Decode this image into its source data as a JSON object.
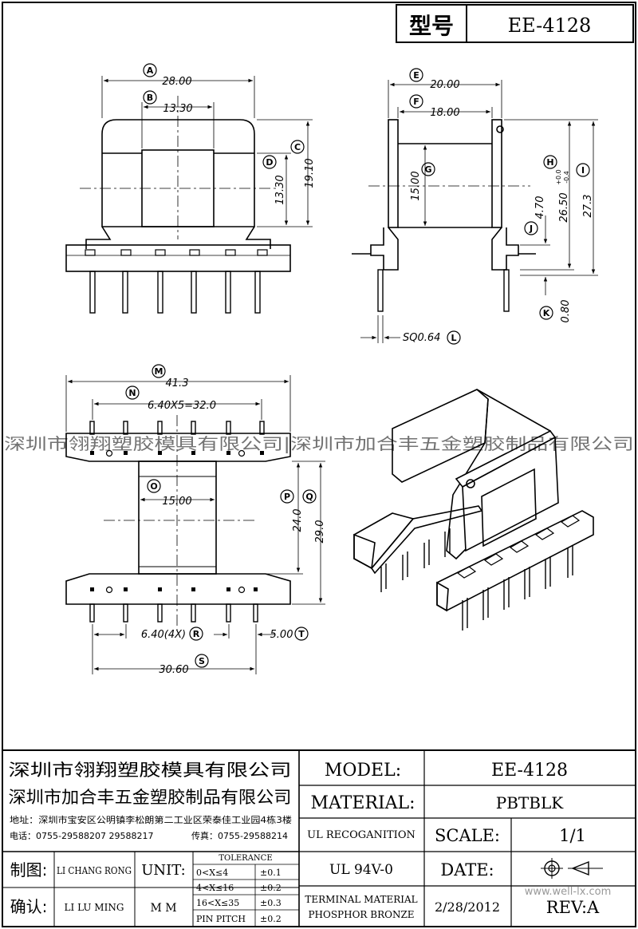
{
  "header": {
    "type_label": "型号",
    "model": "EE-4128"
  },
  "watermark": "深圳市翎翔塑胶模具有限公司|深圳市加合丰五金塑胶制品有限公司",
  "dimensions": {
    "A": {
      "letter": "A",
      "value": "28.00"
    },
    "B": {
      "letter": "B",
      "value": "13.30"
    },
    "C": {
      "letter": "C",
      "value": "19.10"
    },
    "D": {
      "letter": "D",
      "value": "13.30"
    },
    "E": {
      "letter": "E",
      "value": "20.00"
    },
    "F": {
      "letter": "F",
      "value": "18.00"
    },
    "G": {
      "letter": "G",
      "value": "15.00"
    },
    "H": {
      "letter": "H",
      "value": "26.50",
      "tol": "+0.0",
      "tol2": "-0.4"
    },
    "I": {
      "letter": "I",
      "value": "27.3"
    },
    "J": {
      "letter": "J",
      "value": "4.70"
    },
    "K": {
      "letter": "K",
      "value": "0.80"
    },
    "L": {
      "letter": "L",
      "value": "SQ0.64"
    },
    "M": {
      "letter": "M",
      "value": "41.3"
    },
    "N": {
      "letter": "N",
      "value": "6.40X5=32.0"
    },
    "O": {
      "letter": "O",
      "value": "15.00"
    },
    "P": {
      "letter": "P",
      "value": "24.0"
    },
    "Q": {
      "letter": "Q",
      "value": "29.0"
    },
    "R": {
      "letter": "R",
      "value": "6.40(4X)"
    },
    "S": {
      "letter": "S",
      "value": "30.60"
    },
    "T": {
      "letter": "T",
      "value": "5.00"
    }
  },
  "titleblock": {
    "company1": "深圳市翎翔塑胶模具有限公司",
    "company2": "深圳市加合丰五金塑胶制品有限公司",
    "address": "地址：深圳市宝安区公明镇李松朗第二工业区荣泰佳工业园4栋3楼",
    "phone": "电话：0755-29588207  29588217",
    "fax": "传真：0755-29588214",
    "model_label": "MODEL:",
    "model_value": "EE-4128",
    "material_label": "MATERIAL:",
    "material_value": "PBTBLK",
    "ul_label": "UL RECOGANITION",
    "ul_value": "UL 94V-0",
    "scale_label": "SCALE:",
    "scale_value": "1/1",
    "date_label": "DATE:",
    "date_value": "2/28/2012",
    "terminal_label": "TERMINAL MATERIAL",
    "terminal_value": "PHOSPHOR  BRONZE",
    "rev_label": "REV:A",
    "drawn_label": "制图:",
    "drawn_value": "LI CHANG RONG",
    "checked_label": "确认:",
    "checked_value": "LI LU MING",
    "unit_label": "UNIT:",
    "unit_value": "M M",
    "tolerance_title": "TOLERANCE",
    "tolerances": [
      {
        "range": "0<X≤4",
        "tol": "±0.1"
      },
      {
        "range": "4<X≤16",
        "tol": "±0.2"
      },
      {
        "range": "16<X≤35",
        "tol": "±0.3"
      },
      {
        "range": "PIN PITCH",
        "tol": "±0.2"
      }
    ],
    "site": "www.well-lx.com"
  }
}
